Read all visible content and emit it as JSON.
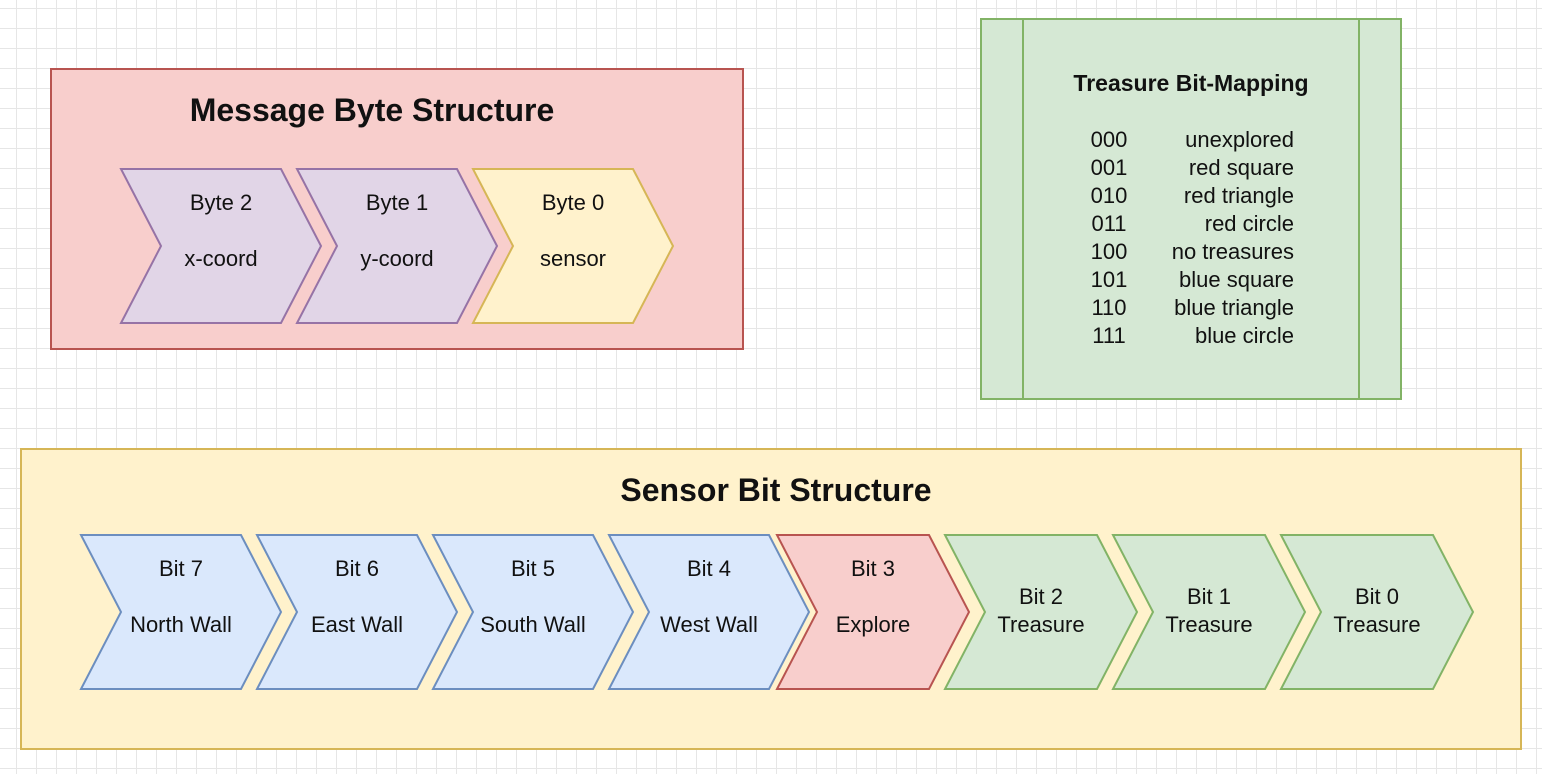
{
  "message_structure": {
    "title": "Message Byte Structure",
    "bytes": [
      {
        "top": "Byte 2",
        "bottom": "x-coord",
        "fill": "#e1d5e7",
        "stroke": "#9673a6"
      },
      {
        "top": "Byte 1",
        "bottom": "y-coord",
        "fill": "#e1d5e7",
        "stroke": "#9673a6"
      },
      {
        "top": "Byte 0",
        "bottom": "sensor",
        "fill": "#fff2cc",
        "stroke": "#d6b656"
      }
    ]
  },
  "treasure_mapping": {
    "title": "Treasure Bit-Mapping",
    "rows": [
      {
        "code": "000",
        "meaning": "unexplored"
      },
      {
        "code": "001",
        "meaning": "red square"
      },
      {
        "code": "010",
        "meaning": "red triangle"
      },
      {
        "code": "011",
        "meaning": "red circle"
      },
      {
        "code": "100",
        "meaning": "no treasures"
      },
      {
        "code": "101",
        "meaning": "blue square"
      },
      {
        "code": "110",
        "meaning": "blue triangle"
      },
      {
        "code": "111",
        "meaning": "blue circle"
      }
    ]
  },
  "sensor_structure": {
    "title": "Sensor Bit Structure",
    "bits": [
      {
        "top": "Bit 7",
        "bottom": "North Wall",
        "fill": "#dae8fc",
        "stroke": "#6c8ebf",
        "tight": false
      },
      {
        "top": "Bit 6",
        "bottom": "East Wall",
        "fill": "#dae8fc",
        "stroke": "#6c8ebf",
        "tight": false
      },
      {
        "top": "Bit 5",
        "bottom": "South Wall",
        "fill": "#dae8fc",
        "stroke": "#6c8ebf",
        "tight": false
      },
      {
        "top": "Bit 4",
        "bottom": "West Wall",
        "fill": "#dae8fc",
        "stroke": "#6c8ebf",
        "tight": false
      },
      {
        "top": "Bit 3",
        "bottom": "Explore",
        "fill": "#f8cecc",
        "stroke": "#b85450",
        "tight": false
      },
      {
        "top": "Bit 2",
        "bottom": "Treasure",
        "fill": "#d5e8d4",
        "stroke": "#82b366",
        "tight": true
      },
      {
        "top": "Bit 1",
        "bottom": "Treasure",
        "fill": "#d5e8d4",
        "stroke": "#82b366",
        "tight": true
      },
      {
        "top": "Bit 0",
        "bottom": "Treasure",
        "fill": "#d5e8d4",
        "stroke": "#82b366",
        "tight": true
      }
    ]
  }
}
